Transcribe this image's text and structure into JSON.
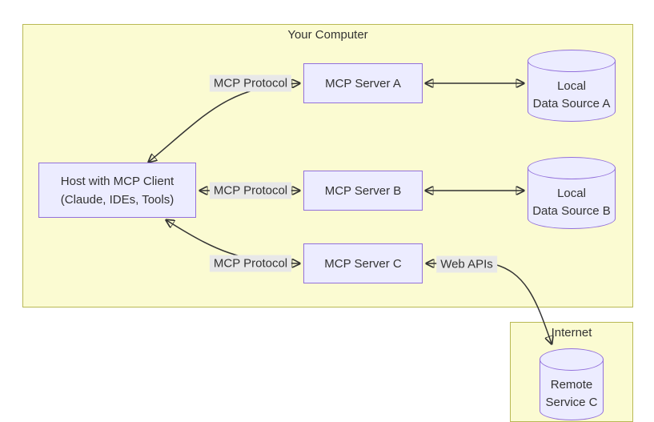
{
  "diagram": {
    "containers": {
      "your_computer": {
        "label": "Your Computer"
      },
      "internet": {
        "label": "Internet"
      }
    },
    "nodes": {
      "host": {
        "line1": "Host with MCP Client",
        "line2": "(Claude, IDEs, Tools)"
      },
      "server_a": {
        "label": "MCP Server A"
      },
      "server_b": {
        "label": "MCP Server B"
      },
      "server_c": {
        "label": "MCP Server C"
      },
      "source_a": {
        "line1": "Local",
        "line2": "Data Source A"
      },
      "source_b": {
        "line1": "Local",
        "line2": "Data Source B"
      },
      "remote_c": {
        "line1": "Remote",
        "line2": "Service C"
      }
    },
    "edge_labels": {
      "protocol_a": "MCP Protocol",
      "protocol_b": "MCP Protocol",
      "protocol_c": "MCP Protocol",
      "web_apis": "Web APIs"
    },
    "colors": {
      "container_fill": "#fbfbd2",
      "container_border": "#b9b955",
      "node_fill": "#ececff",
      "node_border": "#9370db",
      "edge_label_bg": "#e8e8e8",
      "edge_stroke": "#333333",
      "text": "#333333",
      "page_bg": "#ffffff"
    }
  }
}
